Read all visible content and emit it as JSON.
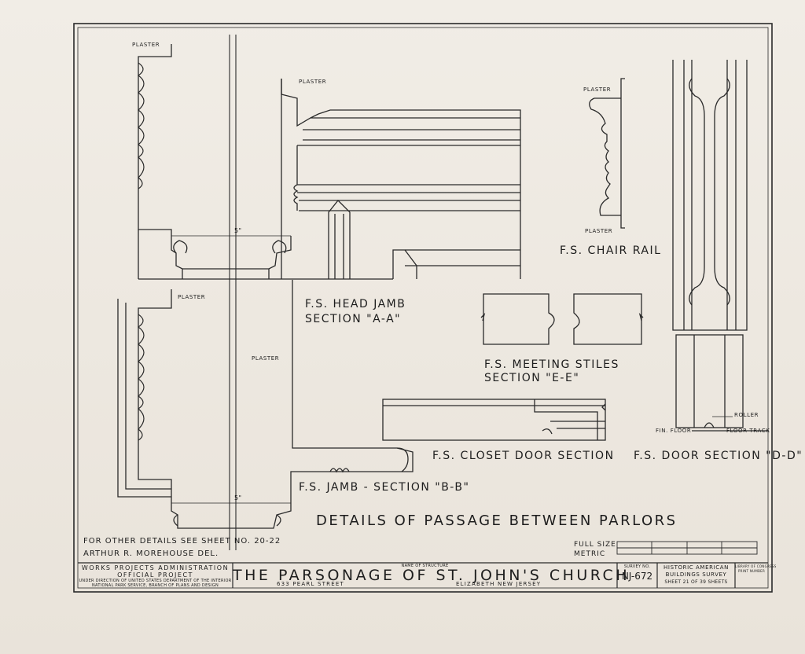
{
  "drawing_title": "DETAILS OF PASSAGE BETWEEN PARLORS",
  "sections": {
    "head_jamb": [
      "F.S. HEAD JAMB",
      "SECTION \"A-A\""
    ],
    "chair_rail": "F.S. CHAIR RAIL",
    "meeting_stiles": [
      "F.S. MEETING STILES",
      "SECTION \"E-E\""
    ],
    "jamb": "F.S. JAMB - SECTION \"B-B\"",
    "closet_door": "F.S. CLOSET DOOR SECTION",
    "door": "F.S. DOOR SECTION \"D-D\""
  },
  "annotations": {
    "plaster": "PLASTER",
    "dim_5in": "5\"",
    "roller": "ROLLER",
    "fin_floor": "FIN. FLOOR",
    "floor_track": "FLOOR TRACK"
  },
  "notes": {
    "other_details": "FOR OTHER DETAILS SEE SHEET NO. 20-22",
    "delineator": "ARTHUR R. MOREHOUSE DEL."
  },
  "scale": {
    "full_size": "FULL SIZE",
    "metric": "METRIC"
  },
  "title_block": {
    "wpa_line1": "WORKS PROJECTS ADMINISTRATION",
    "wpa_line2": "OFFICIAL PROJECT",
    "wpa_line3": "UNDER DIRECTION OF UNITED STATES DEPARTMENT OF THE INTERIOR",
    "wpa_line4": "NATIONAL PARK SERVICE, BRANCH OF PLANS AND DESIGN",
    "name_label": "NAME OF STRUCTURE",
    "structure_name": "THE PARSONAGE OF ST. JOHN'S CHURCH",
    "address": "633 PEARL STREET",
    "city_state": "ELIZABETH    NEW JERSEY",
    "survey_label": "SURVEY NO.",
    "survey_no": "NJ-672",
    "habs1": "HISTORIC AMERICAN",
    "habs2": "BUILDINGS SURVEY",
    "sheet": "SHEET 21 OF 39 SHEETS",
    "loc1": "LIBRARY OF CONGRESS",
    "loc2": "PRINT NUMBER"
  },
  "colors": {
    "ink": "#2a2a2a",
    "paper": "#ece7df"
  }
}
